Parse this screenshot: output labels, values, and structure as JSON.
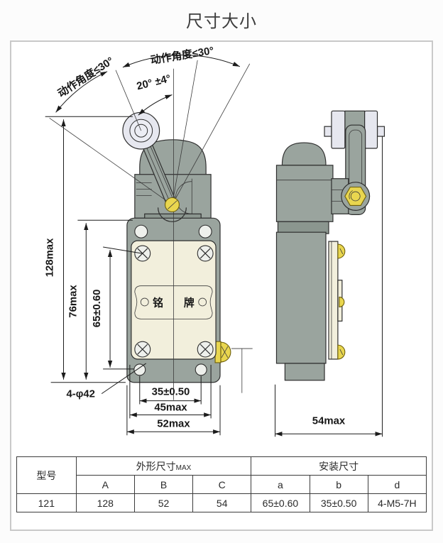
{
  "title": "尺寸大小",
  "diagram": {
    "labels": {
      "action_angle_left": "动作角度≤30°",
      "action_angle_right": "动作角度≤30°",
      "pretravel": "20° ±4°",
      "dim_128": "128max",
      "dim_76": "76max",
      "dim_65": "65±0.60",
      "holes": "4-φ42",
      "dim_35": "35±0.50",
      "dim_45": "45max",
      "dim_52": "52max",
      "dim_54": "54max",
      "nameplate_left": "铭",
      "nameplate_right": "牌"
    },
    "colors": {
      "body_gray": "#9aa49e",
      "faceplate_cream": "#f2efdc",
      "roller_lavender": "#e6e7ef",
      "hardware_yellow": "#e9d64f",
      "line_ink": "#2e2e2e",
      "panel_border": "#c9c9c9"
    }
  },
  "table": {
    "headers": {
      "model": "型号",
      "outline": "外形尺寸",
      "outline_suffix": "MAX",
      "mounting": "安装尺寸",
      "cols": [
        "A",
        "B",
        "C",
        "a",
        "b",
        "d"
      ]
    },
    "row": [
      "121",
      "128",
      "52",
      "54",
      "65±0.60",
      "35±0.50",
      "4-M5-7H"
    ]
  }
}
